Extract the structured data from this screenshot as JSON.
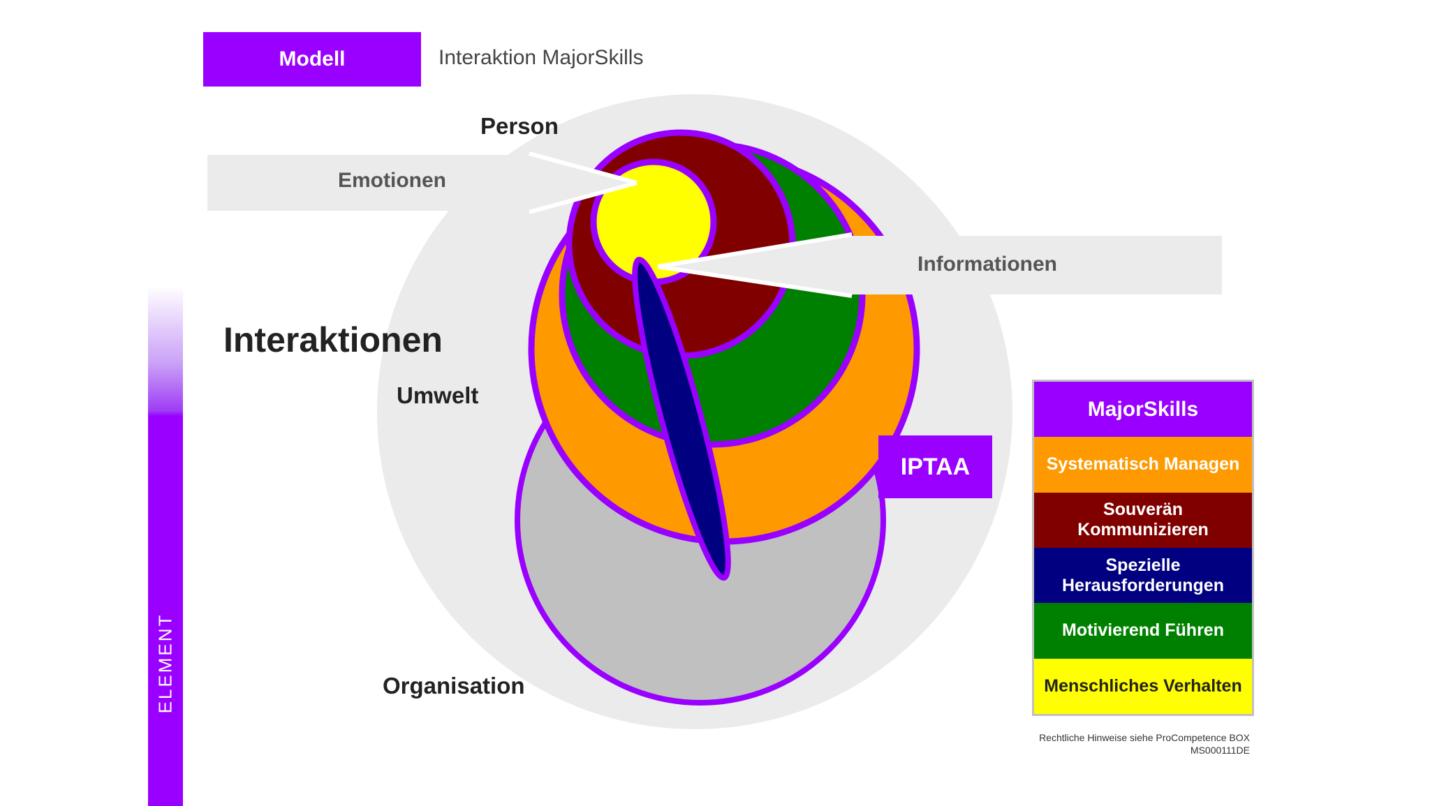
{
  "header": {
    "badge": "Modell",
    "title": "Interaktion MajorSkills"
  },
  "sidebar": {
    "label": "ELEMENT"
  },
  "diagram": {
    "main_label": "Interaktionen",
    "labels": {
      "person": "Person",
      "umwelt": "Umwelt",
      "organisation": "Organisation"
    },
    "callouts": {
      "emotionen": "Emotionen",
      "informationen": "Informationen"
    },
    "badge": "IPTAA"
  },
  "legend": {
    "title": "MajorSkills",
    "items": [
      {
        "label": "Systematisch Managen",
        "color": "#ff9900"
      },
      {
        "label": "Souverän Kommunizieren",
        "color": "#800000"
      },
      {
        "label": "Spezielle Herausforderungen",
        "color": "#000080"
      },
      {
        "label": "Motivierend Führen",
        "color": "#008000"
      },
      {
        "label": "Menschliches Verhalten",
        "color": "#ffff00"
      }
    ]
  },
  "footer": {
    "line1": "Rechtliche Hinweise siehe ProCompetence BOX",
    "line2": "MS000111DE"
  },
  "colors": {
    "accent": "#9900ff",
    "orange": "#ff9900",
    "green": "#008000",
    "darkred": "#800000",
    "yellow": "#ffff00",
    "navy": "#000080",
    "gray": "#c0c0c0",
    "lightgray": "#ebebeb"
  }
}
